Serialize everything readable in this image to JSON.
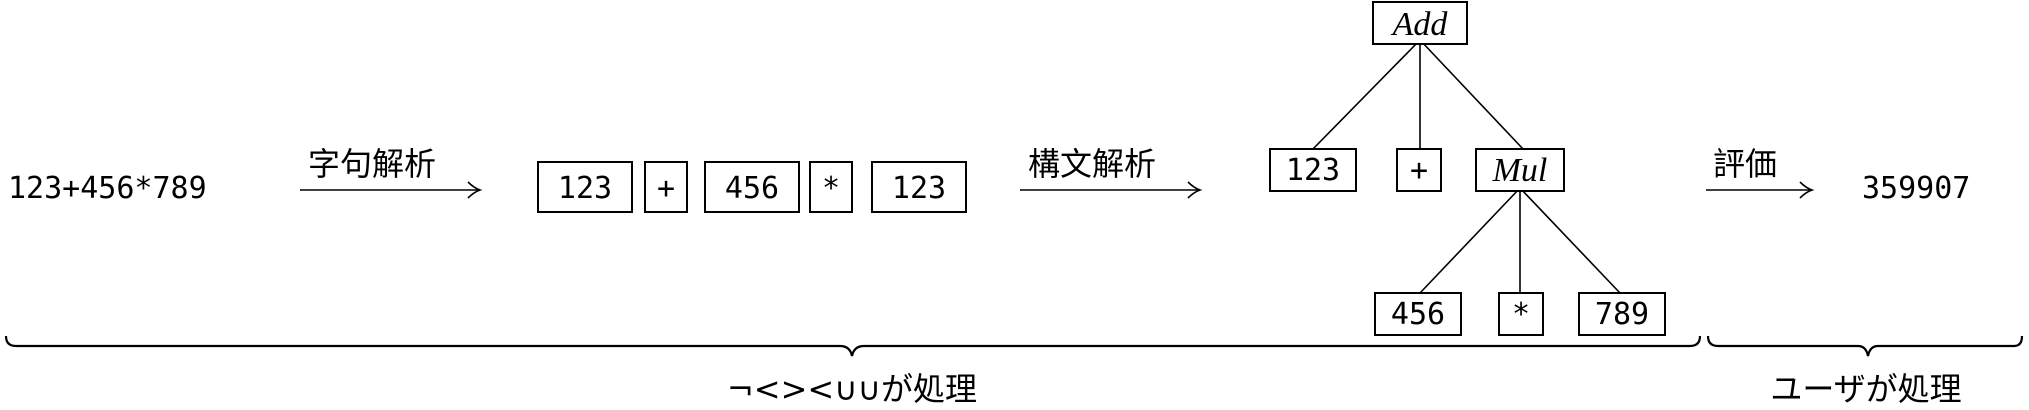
{
  "input": "123+456*789",
  "stages": {
    "lexing": "字句解析",
    "parsing": "構文解析",
    "evaluation": "評価"
  },
  "tokens": [
    "123",
    "+",
    "456",
    "*",
    "123"
  ],
  "tree": {
    "root": "Add",
    "root_children": [
      "123",
      "+",
      "Mul"
    ],
    "mul_children": [
      "456",
      "*",
      "789"
    ]
  },
  "result": "359907",
  "braces": {
    "left_label": "¬<><∪∪が処理",
    "right_label": "ユーザが処理"
  }
}
